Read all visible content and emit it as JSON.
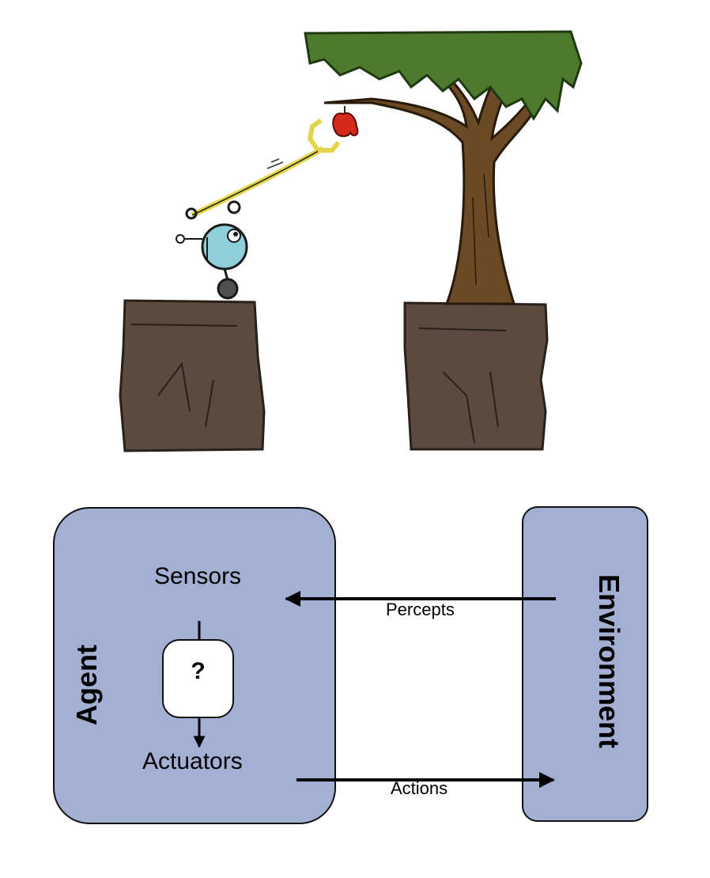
{
  "diagram": {
    "agent_label": "Agent",
    "environment_label": "Environment",
    "sensors_label": "Sensors",
    "actuators_label": "Actuators",
    "decision_symbol": "?",
    "percepts_label": "Percepts",
    "actions_label": "Actions"
  },
  "colors": {
    "box_fill": "#a3b0d3",
    "foliage": "#4e7a2e",
    "trunk": "#6b4a25",
    "cliff": "#5a4a40",
    "robot": "#8fcfd9",
    "apple": "#d42a1c",
    "claw": "#e1d64a"
  }
}
